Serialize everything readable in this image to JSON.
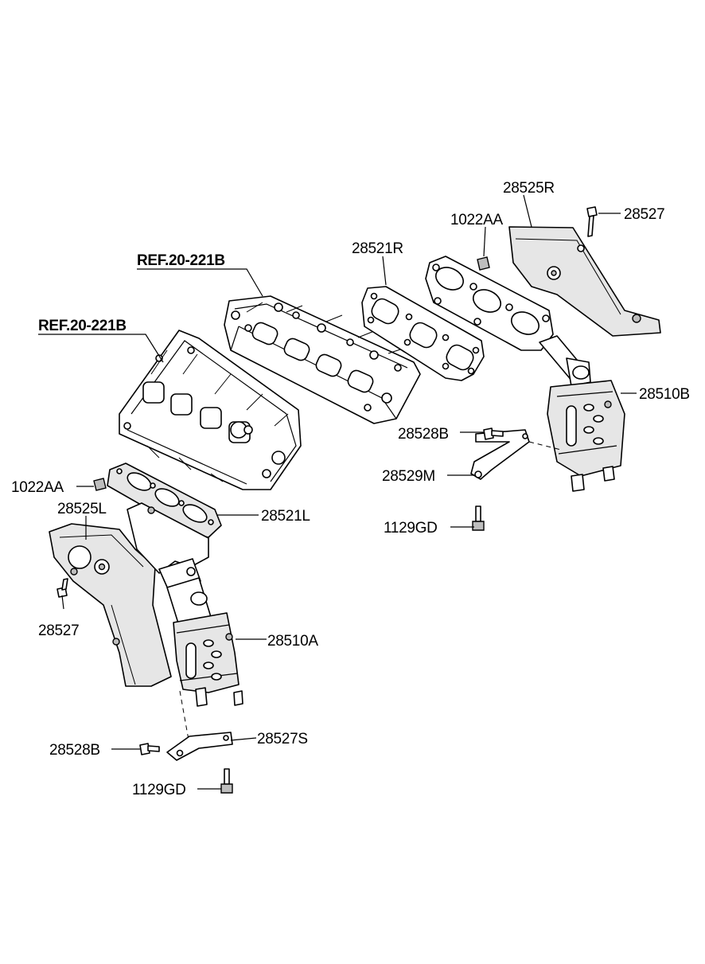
{
  "labels": {
    "ref_upper": "REF.20-221B",
    "ref_lower": "REF.20-221B",
    "p_28525R": "28525R",
    "p_28527_top": "28527",
    "p_1022AA_top": "1022AA",
    "p_28521R": "28521R",
    "p_28510B": "28510B",
    "p_28528B_top": "28528B",
    "p_28529M": "28529M",
    "p_1129GD_top": "1129GD",
    "p_1022AA_left": "1022AA",
    "p_28525L": "28525L",
    "p_28521L": "28521L",
    "p_28527_left": "28527",
    "p_28510A": "28510A",
    "p_28528B_bottom": "28528B",
    "p_28527S": "28527S",
    "p_1129GD_bottom": "1129GD"
  }
}
